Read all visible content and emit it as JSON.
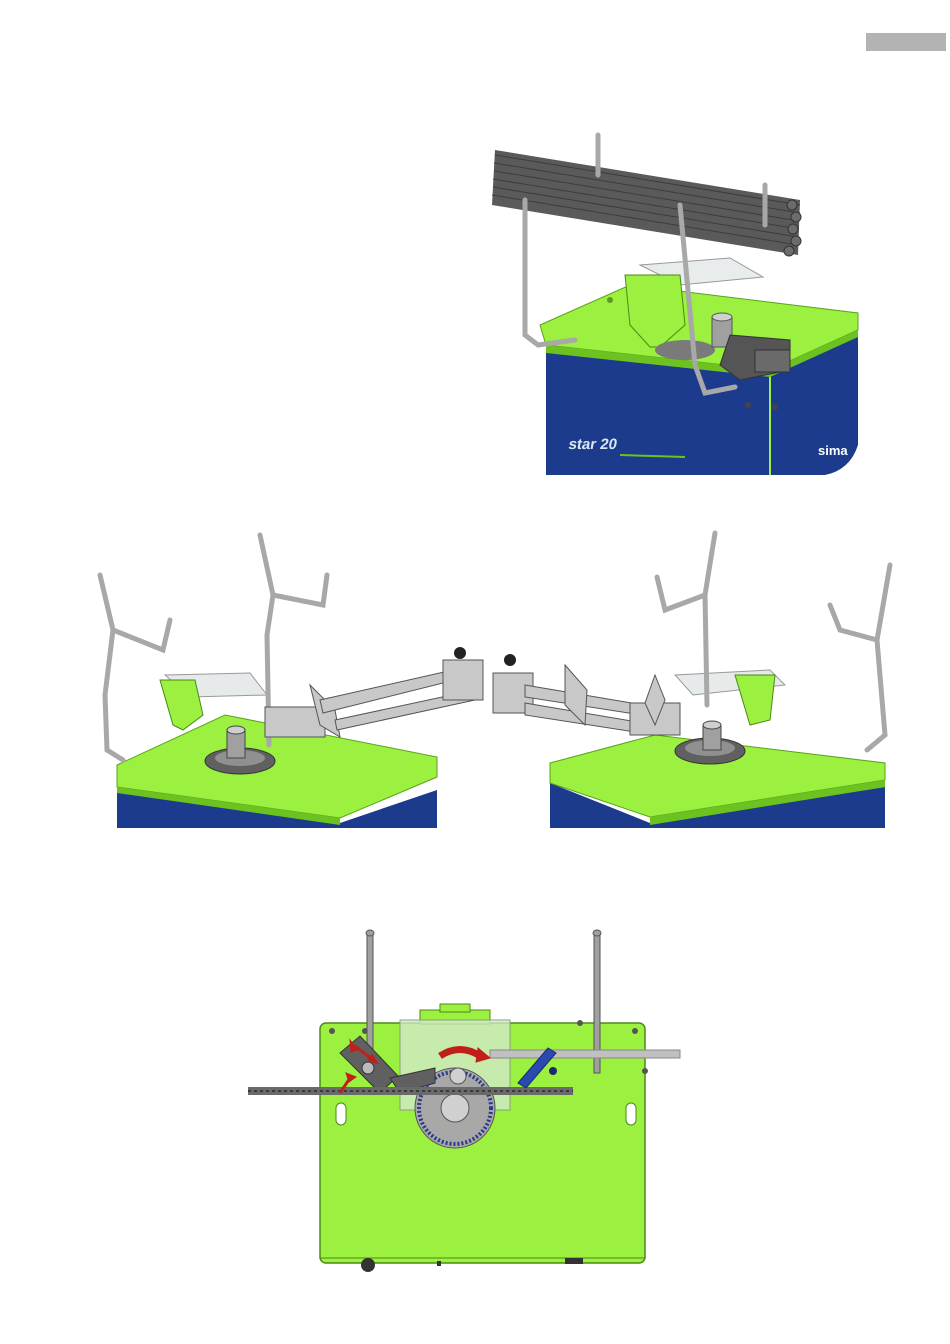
{
  "header": {
    "page_tab_color": "#b3b3b3"
  },
  "colors": {
    "machine_green": "#9bf040",
    "machine_green_dark": "#6cc21f",
    "machine_blue": "#1c3b8c",
    "metal_grey": "#b8b8b8",
    "dark_grey": "#555555",
    "arrow_red": "#c0201a"
  },
  "figure_top": {
    "icon": "rebar-support-rack-illustration",
    "model_logo": "star 20",
    "brand_logo": "sima"
  },
  "figure_middle": {
    "icon": "machine-with-extension-guides-illustration"
  },
  "figure_bottom": {
    "icon": "top-view-bending-diagram"
  }
}
